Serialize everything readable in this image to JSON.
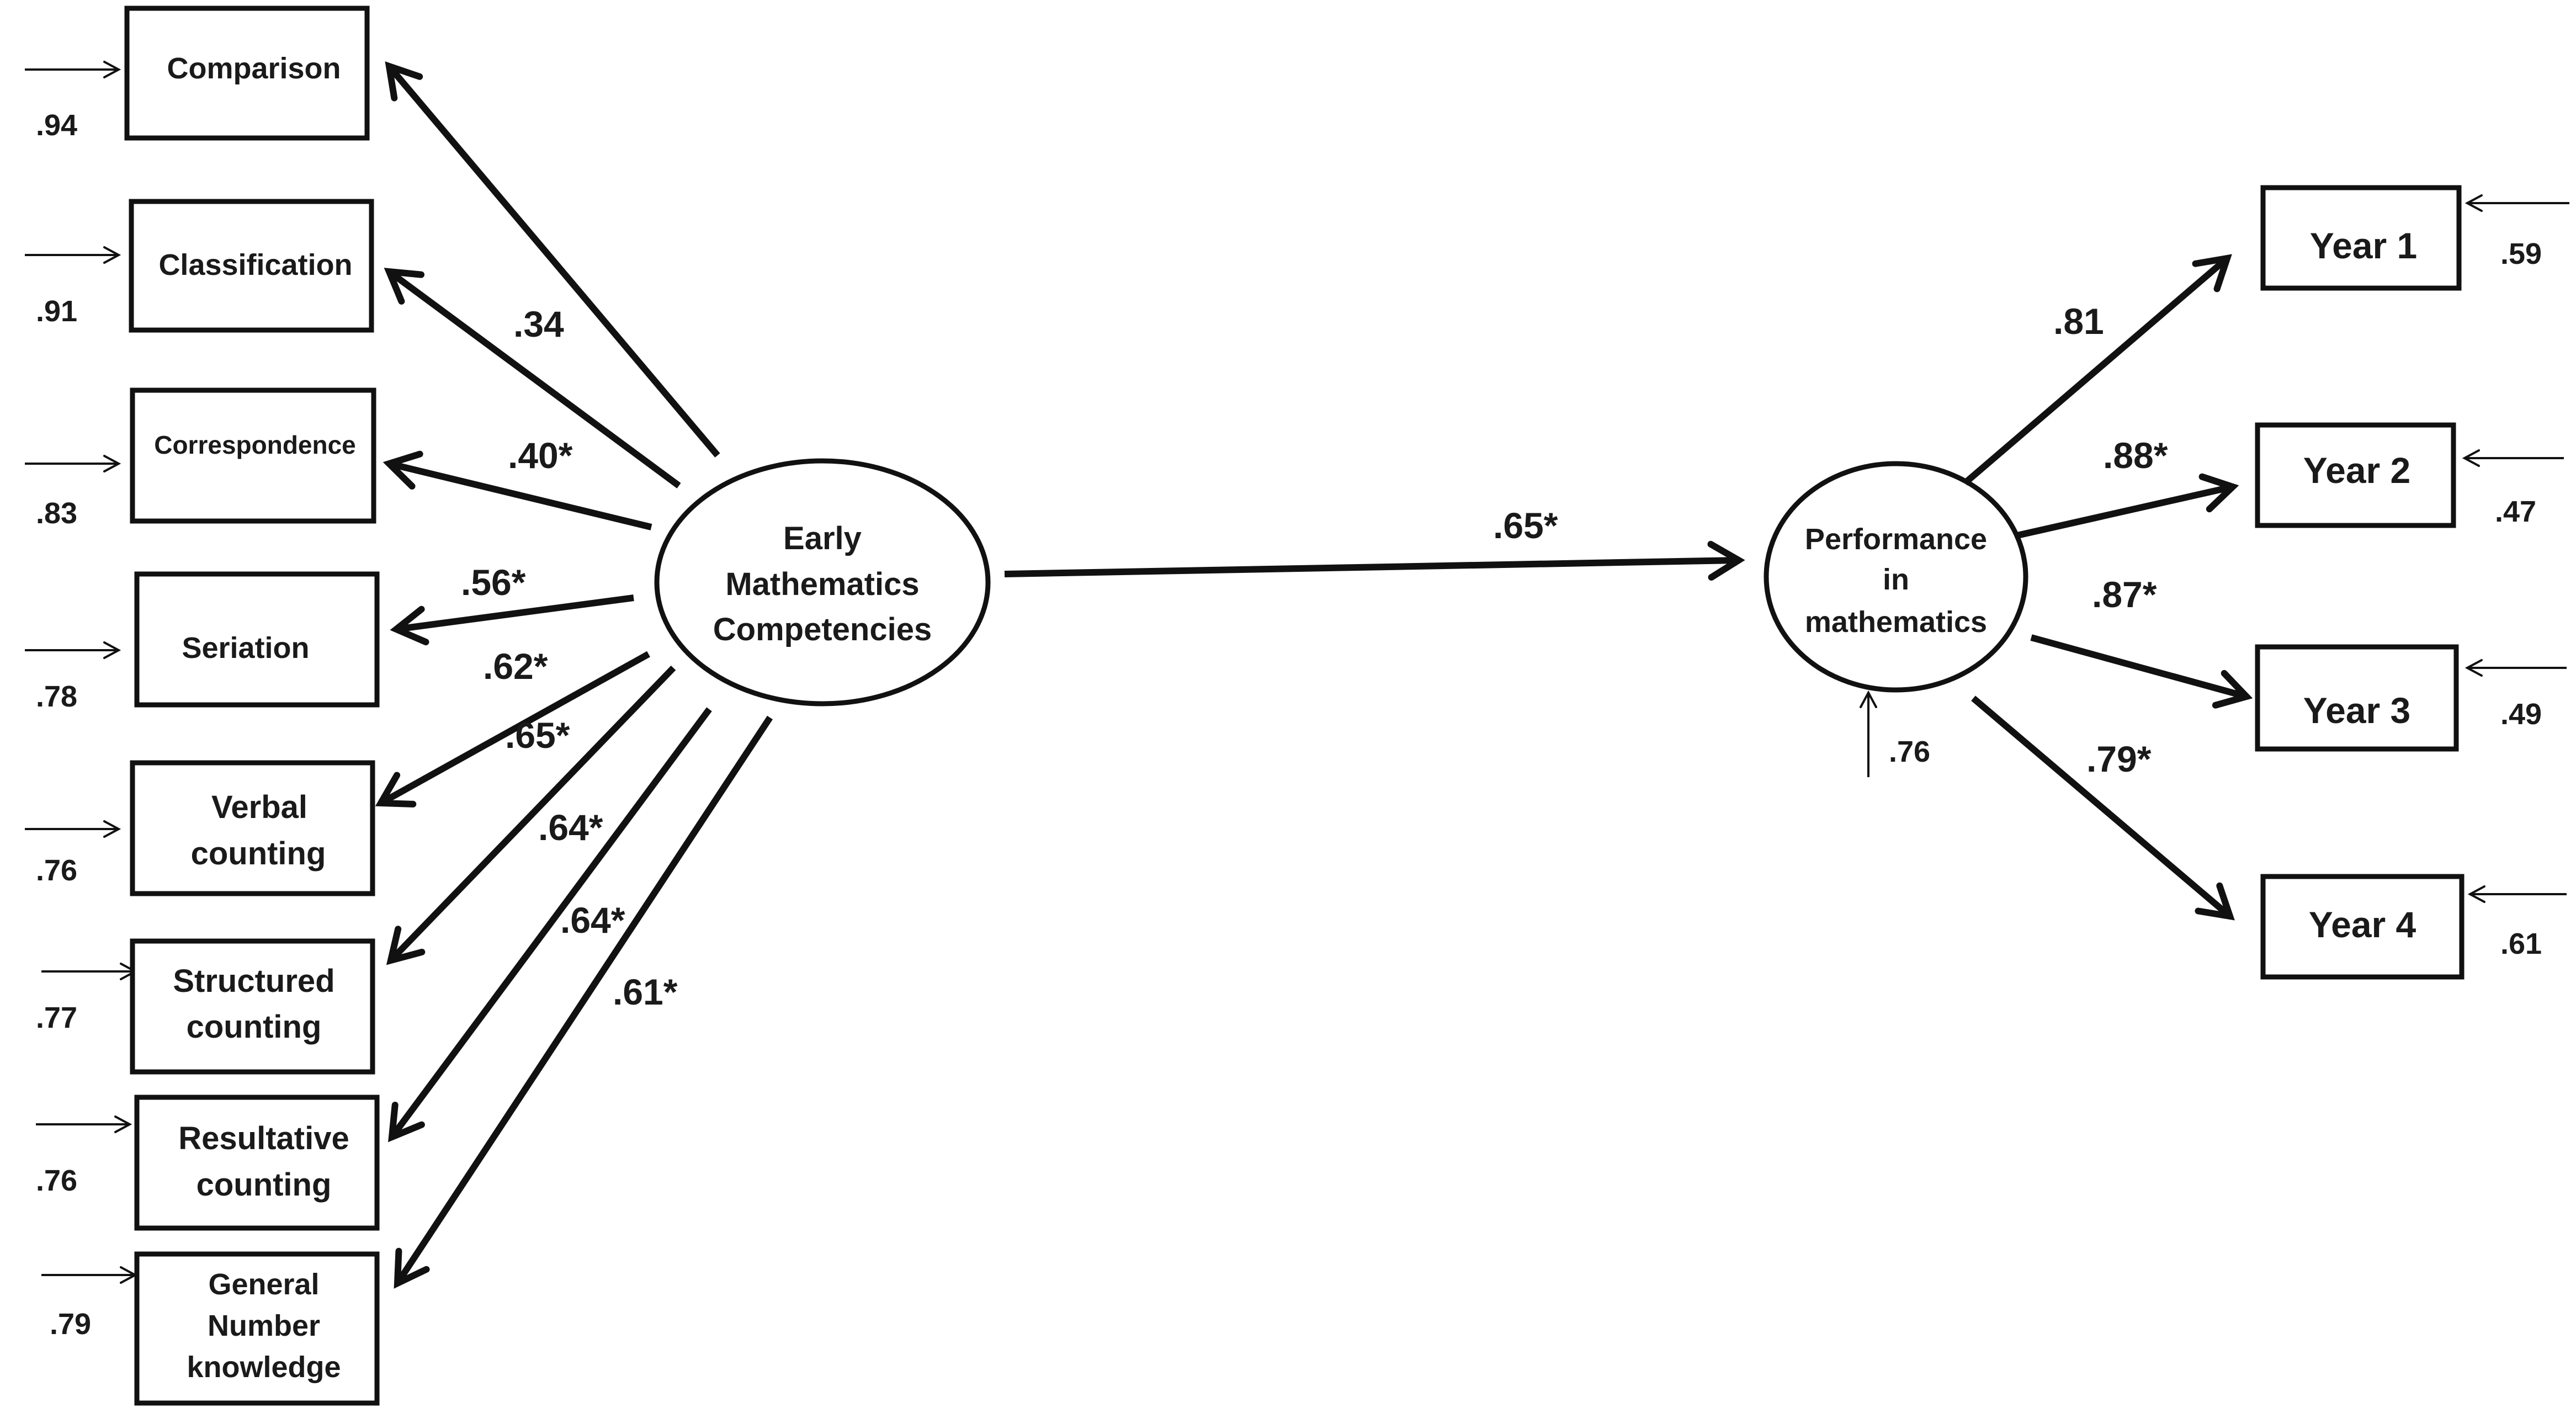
{
  "latent_left": {
    "label_lines": [
      "Early",
      "Mathematics",
      "Competencies"
    ]
  },
  "latent_right": {
    "label_lines": [
      "Performance",
      "in",
      "mathematics"
    ],
    "error": ".76"
  },
  "structural_path": {
    "coef": ".65*"
  },
  "indicators_left": [
    {
      "label_lines": [
        "Comparison"
      ],
      "coef": "",
      "error": ".94"
    },
    {
      "label_lines": [
        "Classification"
      ],
      "coef": ".34",
      "error": ".91"
    },
    {
      "label_lines": [
        "Correspondence"
      ],
      "coef": ".40*",
      "error": ".83"
    },
    {
      "label_lines": [
        "Seriation"
      ],
      "coef": ".56*",
      "error": ".78"
    },
    {
      "label_lines": [
        "Verbal",
        "counting"
      ],
      "coef": ".62*",
      "error": ".76"
    },
    {
      "label_lines": [
        "Structured",
        "counting"
      ],
      "coef": ".65*",
      "error": ".77"
    },
    {
      "label_lines": [
        "Resultative",
        "counting"
      ],
      "coef": ".64*",
      "error": ".76"
    },
    {
      "label_lines": [
        "General",
        "Number",
        "knowledge"
      ],
      "coef": ".64*",
      "error": ".79"
    }
  ],
  "extra_left_coef": ".61*",
  "indicators_right": [
    {
      "label_lines": [
        "Year 1"
      ],
      "coef": ".81",
      "error": ".59"
    },
    {
      "label_lines": [
        "Year 2"
      ],
      "coef": ".88*",
      "error": ".47"
    },
    {
      "label_lines": [
        "Year 3"
      ],
      "coef": ".87*",
      "error": ".49"
    },
    {
      "label_lines": [
        "Year 4"
      ],
      "coef": ".79*",
      "error": ".61"
    }
  ]
}
